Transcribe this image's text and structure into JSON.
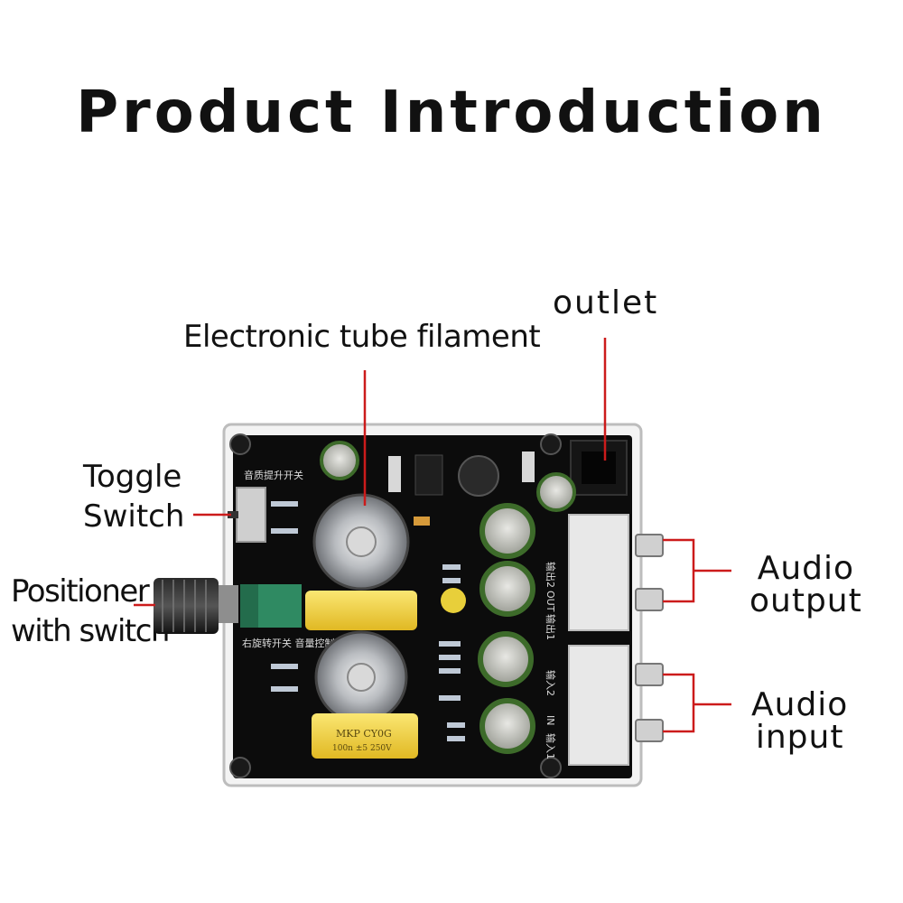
{
  "title": "Product Introduction",
  "labels": {
    "outlet": "outlet",
    "tube_filament": "Electronic tube filament",
    "toggle_switch_line1": "Toggle",
    "toggle_switch_line2": "Switch",
    "positioner_line1": "Positioner",
    "positioner_line2": "with switch",
    "audio_output_line1": "Audio",
    "audio_output_line2": "output",
    "audio_input_line1": "Audio",
    "audio_input_line2": "input"
  },
  "board_print": {
    "toggle_text": "音质提升开关",
    "knob_text": "右旋转开关 音量控制",
    "capacitor_text": "MKP CY0G",
    "capacitor_rating": "100n ±5 250V",
    "out2": "输出2",
    "out": "OUT",
    "out1": "输出1",
    "in2": "输入2",
    "in": "IN",
    "in1": "输入1"
  },
  "colors": {
    "callout_line": "#cc1b1b",
    "board": "#0c0c0c",
    "capacitor_yellow": "#f2d23a",
    "electrolytic_green": "#3d6b2a",
    "pot_green": "#2f8a62"
  }
}
